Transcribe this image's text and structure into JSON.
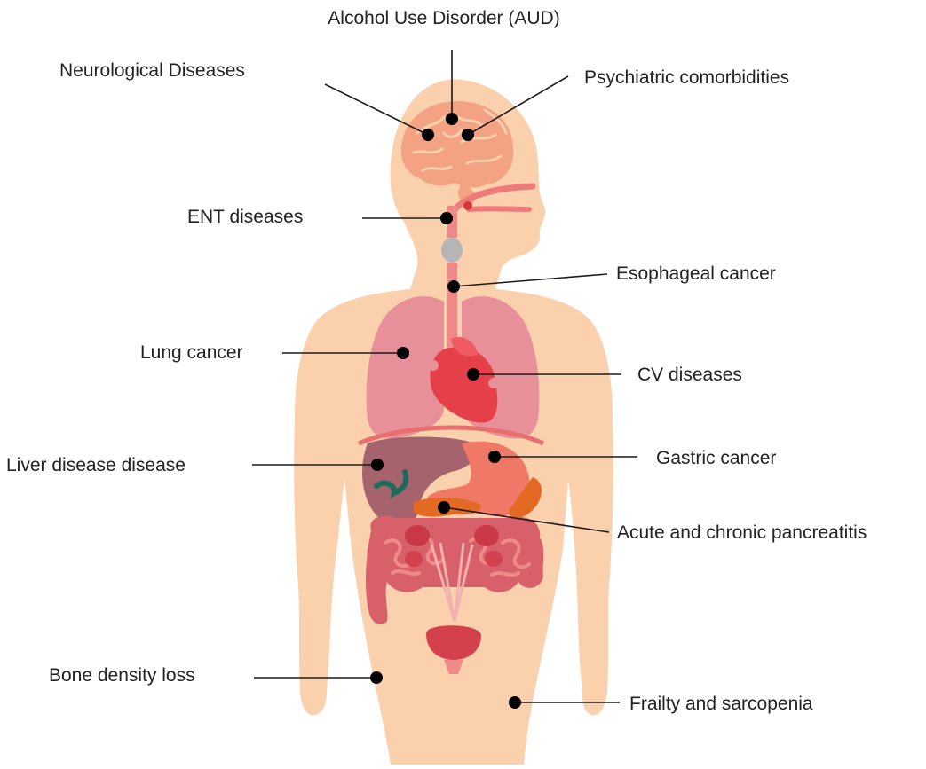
{
  "labels": {
    "aud": "Alcohol Use Disorder (AUD)",
    "neurological": "Neurological Diseases",
    "psychiatric": "Psychiatric comorbidities",
    "ent": "ENT diseases",
    "esophageal": "Esophageal cancer",
    "lung": "Lung cancer",
    "cv": "CV diseases",
    "liver": "Liver disease disease",
    "gastric": "Gastric cancer",
    "pancreatitis": "Acute and chronic pancreatitis",
    "bone": "Bone density loss",
    "frailty": "Frailty and sarcopenia"
  },
  "colors": {
    "skin": "#fbd0ad",
    "brain": "#f3a283",
    "lung": "#e8909a",
    "heart": "#e5404a",
    "liver": "#a5636e",
    "stomach": "#f07866",
    "pancreas": "#e46a24",
    "intestine": "#d8606a",
    "bladder": "#d5404d",
    "gallbladder": "#1e6b5c",
    "larynx": "#b5b5b5",
    "dot": "#000000"
  }
}
